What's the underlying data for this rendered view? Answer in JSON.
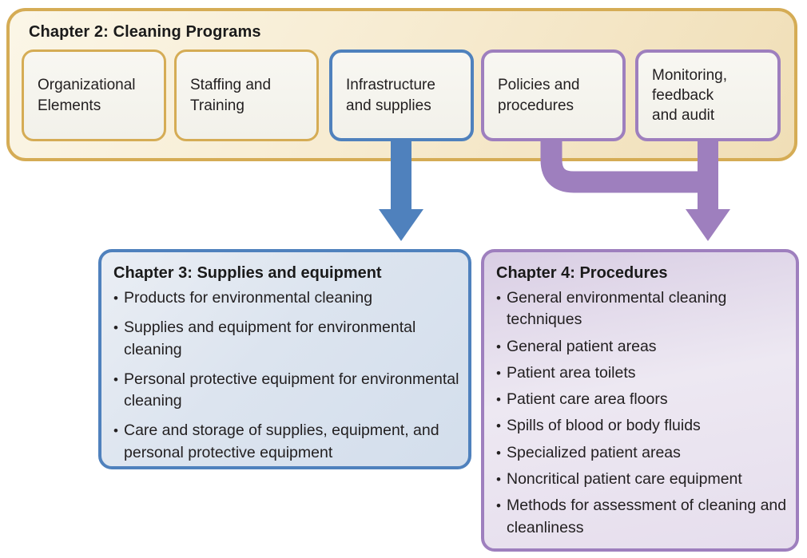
{
  "palette": {
    "gold_border": "#D5AC55",
    "gold_fill_light": "#FBF6E7",
    "gold_fill_dark": "#F0DEB6",
    "subbox_fill": "#F5F4EF",
    "blue_accent": "#4F81BD",
    "blue_fill_light": "#EAEEF4",
    "blue_fill_dark": "#D3DEEC",
    "purple_accent": "#9E7FBE",
    "purple_fill_light": "#EDE8F2",
    "purple_fill_dark": "#D9CEE4",
    "text": "#232021"
  },
  "chapter2": {
    "title": "Chapter 2: Cleaning Programs",
    "items": [
      {
        "label": "Organizational\nElements",
        "accent": "gold"
      },
      {
        "label": "Staffing and\nTraining",
        "accent": "gold"
      },
      {
        "label": "Infrastructure\nand supplies",
        "accent": "blue"
      },
      {
        "label": "Policies and\nprocedures",
        "accent": "purple"
      },
      {
        "label": "Monitoring,\nfeedback\nand audit",
        "accent": "purple"
      }
    ]
  },
  "connections": [
    {
      "from": "Infrastructure and supplies",
      "to": "Chapter 3: Supplies and equipment",
      "color": "#4F81BD"
    },
    {
      "from": "Policies and procedures",
      "to": "Chapter 4: Procedures",
      "color": "#9E7FBE"
    },
    {
      "from": "Monitoring, feedback and audit",
      "to": "Chapter 4: Procedures",
      "color": "#9E7FBE"
    }
  ],
  "chapter3": {
    "title": "Chapter 3: Supplies and equipment",
    "bullets": [
      "Products for environmental cleaning",
      "Supplies and equipment for environmental cleaning",
      "Personal protective equipment for environmental cleaning",
      "Care and storage of supplies, equipment, and personal protective equipment"
    ]
  },
  "chapter4": {
    "title": "Chapter 4: Procedures",
    "bullets": [
      "General environmental cleaning techniques",
      "General patient areas",
      "Patient area toilets",
      "Patient care area floors",
      "Spills of blood or body fluids",
      "Specialized patient areas",
      "Noncritical patient care equipment",
      "Methods for assessment of cleaning and cleanliness"
    ]
  }
}
